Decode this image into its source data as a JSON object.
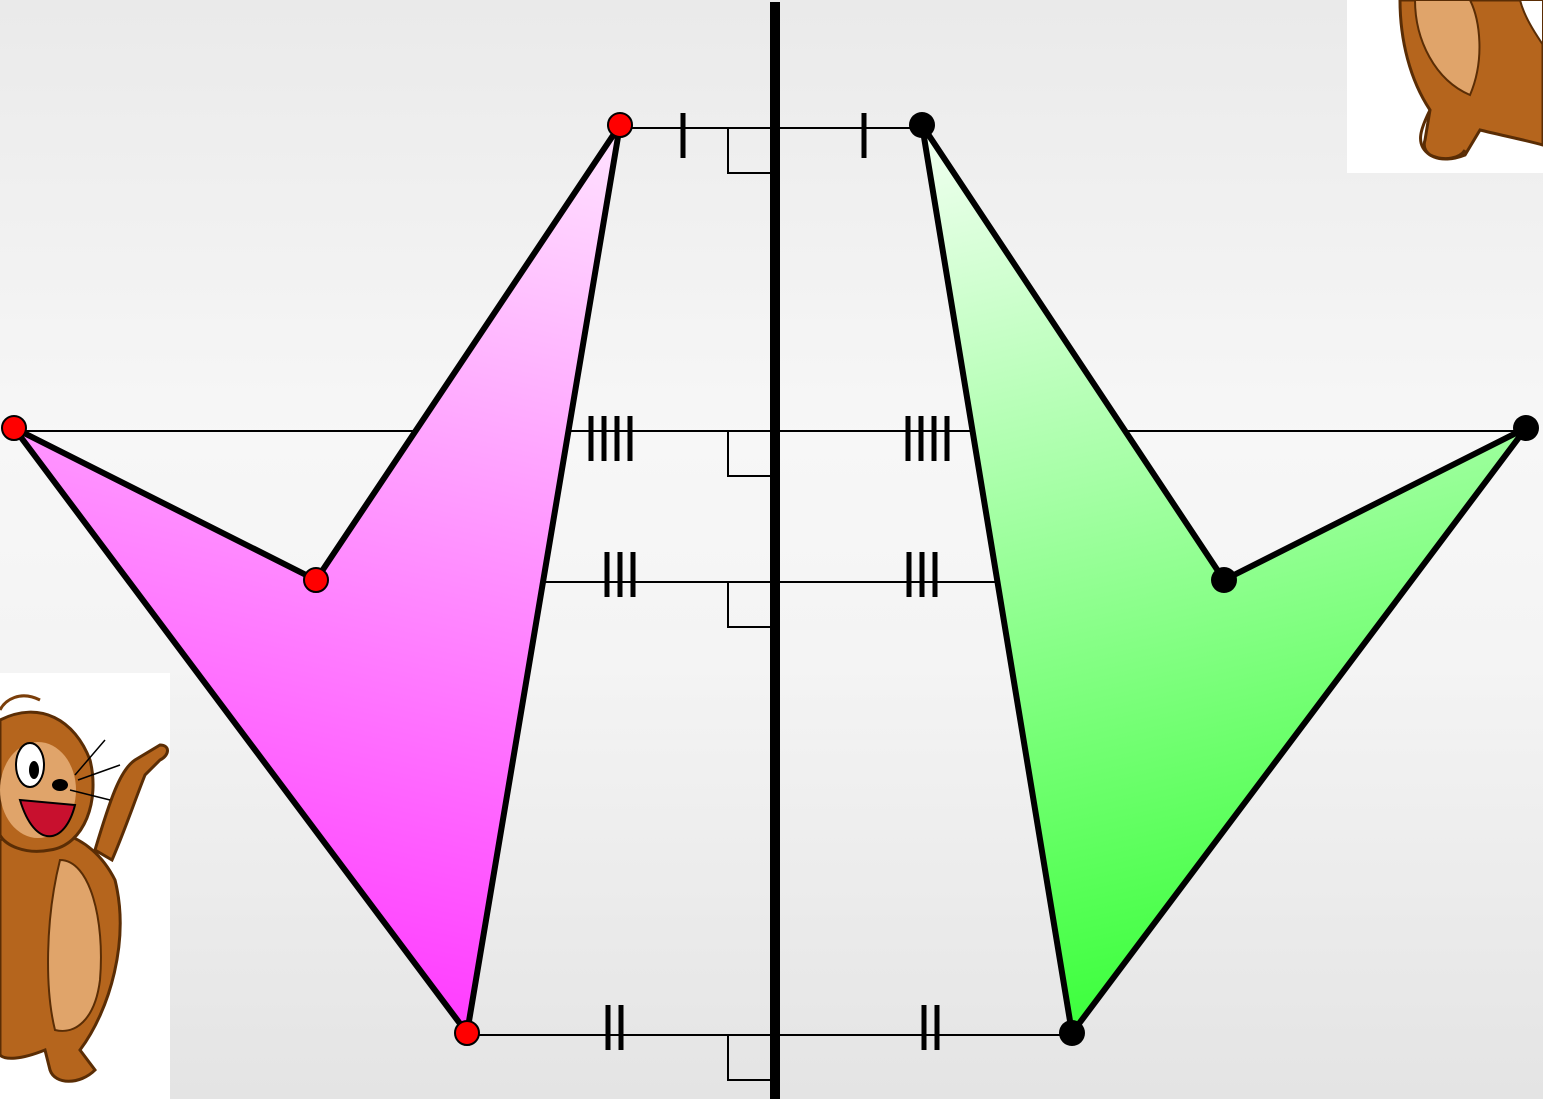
{
  "diagram": {
    "topic": "axial-symmetry",
    "axis": {
      "color": "#000000",
      "style": "thick-vertical"
    },
    "original_shape": {
      "fill_from": "#ffe3ff",
      "fill_to": "#ff40ff",
      "vertex_color": "#ff0000",
      "outline_color": "#000000"
    },
    "reflected_shape": {
      "fill_from": "#f2fff2",
      "fill_to": "#40ff40",
      "vertex_color": "#000000",
      "outline_color": "#000000"
    },
    "vertex_pairs": [
      {
        "label": "vertex-top",
        "equal_distance_ticks": 1,
        "right_angle_mark": true
      },
      {
        "label": "vertex-outer",
        "equal_distance_ticks": 4,
        "right_angle_mark": true
      },
      {
        "label": "vertex-inner",
        "equal_distance_ticks": 3,
        "right_angle_mark": true
      },
      {
        "label": "vertex-bottom",
        "equal_distance_ticks": 2,
        "right_angle_mark": true
      }
    ],
    "decorations": [
      {
        "name": "jerry-mouse-cartoon",
        "position": "bottom-left"
      },
      {
        "name": "jerry-mouse-cartoon-cropped",
        "position": "top-right"
      }
    ]
  }
}
